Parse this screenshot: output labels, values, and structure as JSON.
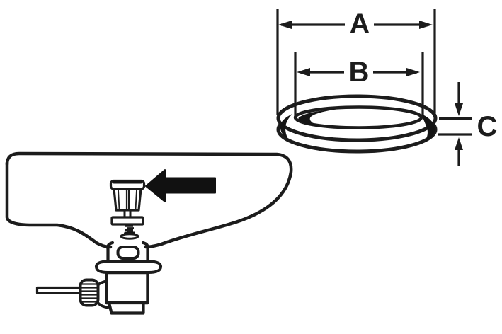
{
  "labels": {
    "outer_diameter": "A",
    "inner_diameter": "B",
    "thickness": "C"
  },
  "colors": {
    "background": "#ffffff",
    "line": "#1c1c1c",
    "solid_fill": "#151515"
  }
}
